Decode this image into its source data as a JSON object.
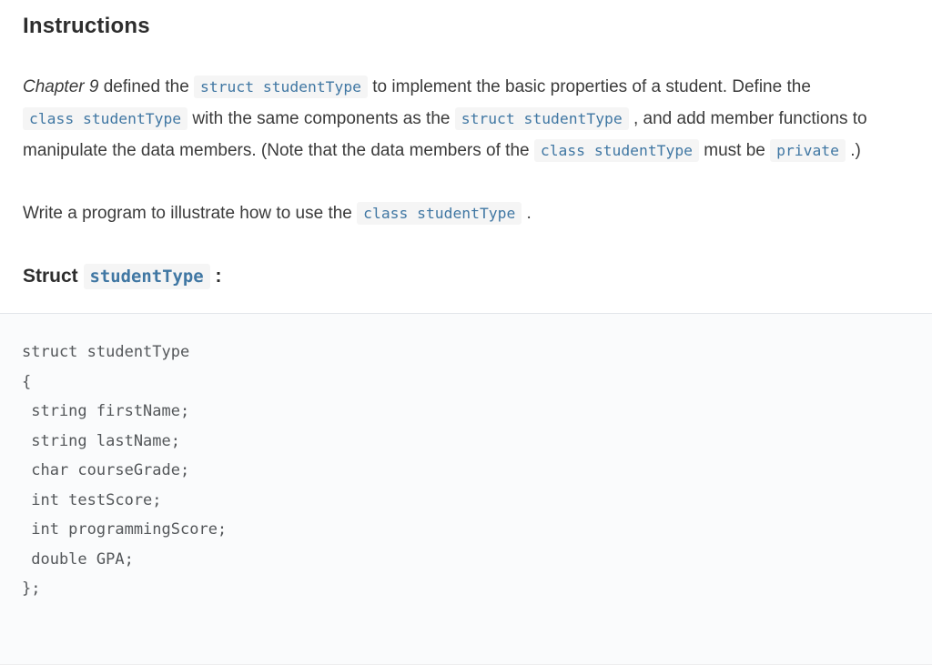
{
  "colors": {
    "body_text": "#3b3b3b",
    "heading_text": "#2d2d2d",
    "inline_code_text": "#4077a3",
    "inline_code_bg": "#f5f5f5",
    "code_block_text": "#54575a",
    "code_section_bg": "#fafbfc",
    "divider": "#e2e6ea"
  },
  "instructions": {
    "heading": "Instructions",
    "paragraphs": [
      {
        "segments": [
          {
            "type": "italic",
            "text": "Chapter 9"
          },
          {
            "type": "text",
            "text": " defined the "
          },
          {
            "type": "code",
            "text": "struct studentType"
          },
          {
            "type": "text",
            "text": " to implement the basic properties of a student. Define the "
          },
          {
            "type": "code",
            "text": "class studentType"
          },
          {
            "type": "text",
            "text": " with the same components as the "
          },
          {
            "type": "code",
            "text": "struct studentType"
          },
          {
            "type": "text",
            "text": " , and add member functions to manipulate the data members. (Note that the data members of the "
          },
          {
            "type": "code",
            "text": "class studentType"
          },
          {
            "type": "text",
            "text": " must be "
          },
          {
            "type": "code",
            "text": "private"
          },
          {
            "type": "text",
            "text": " .)"
          }
        ]
      },
      {
        "segments": [
          {
            "type": "text",
            "text": "Write a program to illustrate how to use the "
          },
          {
            "type": "code",
            "text": "class studentType"
          },
          {
            "type": "text",
            "text": " ."
          }
        ]
      }
    ],
    "struct_heading": {
      "segments": [
        {
          "type": "text",
          "text": "Struct "
        },
        {
          "type": "code",
          "text": "studentType"
        },
        {
          "type": "text",
          "text": " :"
        }
      ]
    }
  },
  "code_block": {
    "language": "cpp",
    "lines": [
      "struct studentType",
      "{",
      " string firstName;",
      " string lastName;",
      " char courseGrade;",
      " int testScore;",
      " int programmingScore;",
      " double GPA;",
      "};"
    ]
  }
}
